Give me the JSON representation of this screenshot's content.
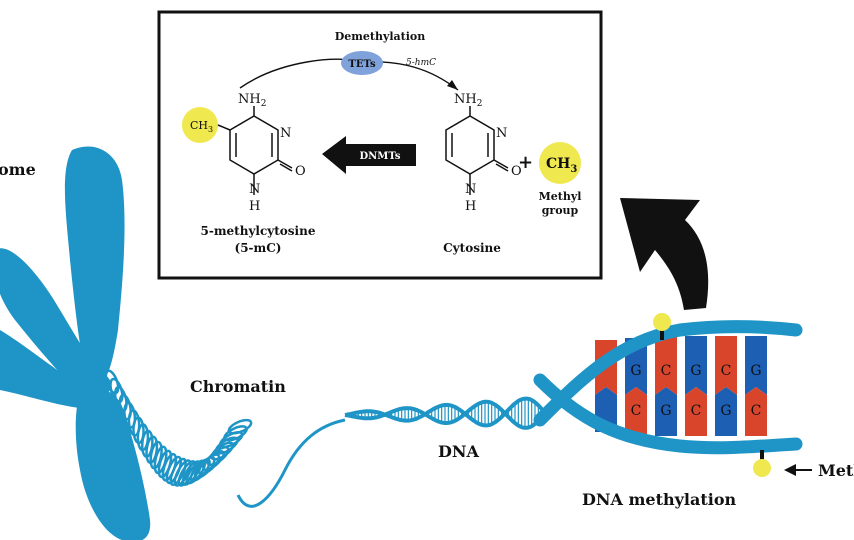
{
  "colors": {
    "blue": "#1E95C6",
    "red": "#D9452B",
    "dark_blue": "#1D5FB3",
    "yellow": "#EFE84F",
    "tet_blue": "#7FA2DA",
    "black": "#111111"
  },
  "labels": {
    "chromosome_partial": "ome",
    "chromatin": "Chromatin",
    "dna": "DNA",
    "dna_methylation": "DNA methylation",
    "methyl_partial": "Meth"
  },
  "inset": {
    "demethylation": "Demethylation",
    "tets": "TETs",
    "hmc": "5-hmC",
    "dnmts": "DNMTs",
    "ch3_small": "CH",
    "ch3_small_sub": "3",
    "nh2": "NH",
    "nh2_sub": "2",
    "n_atom": "N",
    "o_atom": "O",
    "h_atom": "H",
    "methylcytosine_name": "5-methylcytosine",
    "methylcytosine_abbr": "(5-mC)",
    "cytosine_name": "Cytosine",
    "plus": "+",
    "ch3_big": "CH",
    "ch3_big_sub": "3",
    "methyl_group_line1": "Methyl",
    "methyl_group_line2": "group"
  },
  "base_pairs": [
    {
      "top": "",
      "bottom": ""
    },
    {
      "top": "G",
      "bottom": "C"
    },
    {
      "top": "C",
      "bottom": "G"
    },
    {
      "top": "G",
      "bottom": "C"
    },
    {
      "top": "C",
      "bottom": "G"
    },
    {
      "top": "G",
      "bottom": "C"
    }
  ]
}
